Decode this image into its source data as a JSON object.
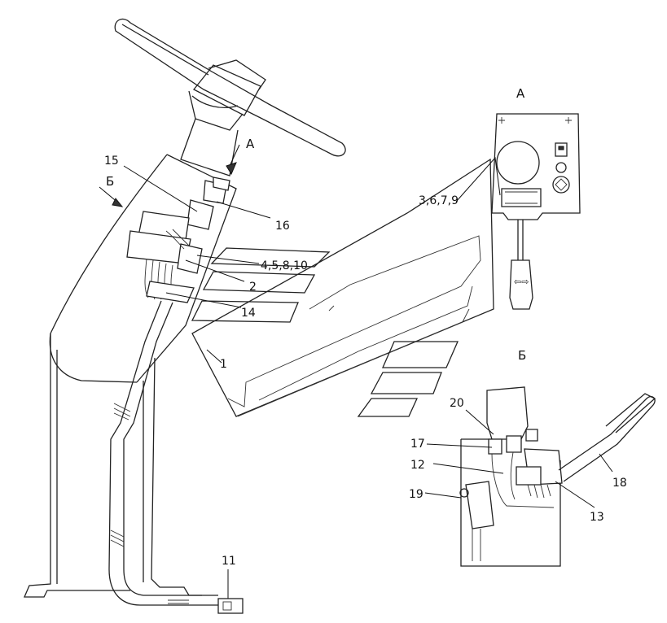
{
  "callouts": {
    "c15": "15",
    "c16": "16",
    "c4_5_8_10": "4,5,8,10",
    "c2": "2",
    "c14": "14",
    "c1": "1",
    "c3_6_7_9": "3,6,7,9",
    "c11": "11",
    "c20": "20",
    "c17": "17",
    "c12": "12",
    "c19": "19",
    "c18": "18",
    "c13": "13"
  },
  "views": {
    "a_arrow": "А",
    "b_arrow": "Б",
    "a_title": "А",
    "b_title": "Б"
  },
  "icons": {
    "switch_symbol": "⇦⇨"
  }
}
